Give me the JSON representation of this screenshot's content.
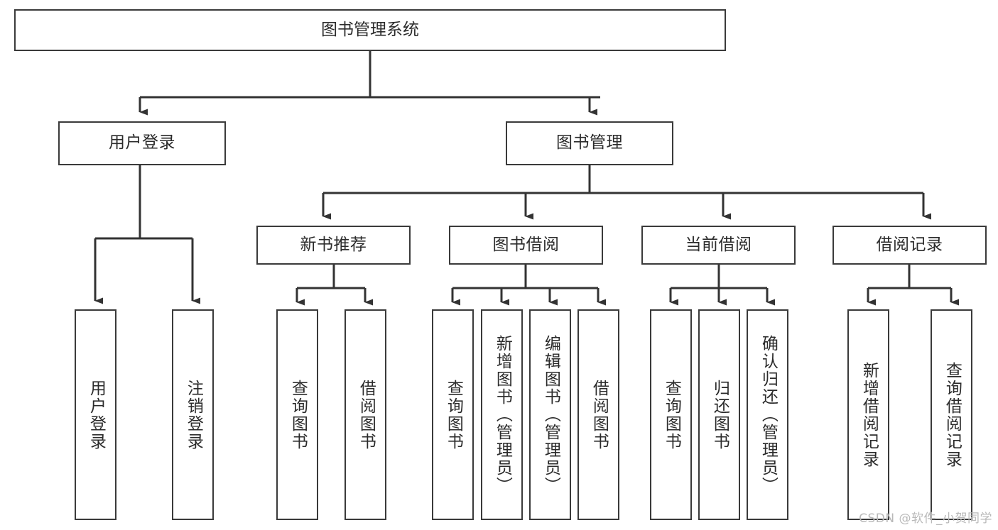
{
  "diagram": {
    "title": "图书管理系统",
    "type": "tree-hierarchy",
    "root": {
      "id": "root",
      "label": "图书管理系统"
    },
    "level1": [
      {
        "id": "user-login",
        "label": "用户登录"
      },
      {
        "id": "book-manage",
        "label": "图书管理"
      }
    ],
    "level2": [
      {
        "id": "new-book-recommend",
        "label": "新书推荐",
        "parent": "book-manage"
      },
      {
        "id": "book-borrow",
        "label": "图书借阅",
        "parent": "book-manage"
      },
      {
        "id": "current-borrow",
        "label": "当前借阅",
        "parent": "book-manage"
      },
      {
        "id": "borrow-record",
        "label": "借阅记录",
        "parent": "book-manage"
      }
    ],
    "leaves": {
      "user_login": [
        {
          "id": "leaf-user-login",
          "label": "用户登录"
        },
        {
          "id": "leaf-logout-login",
          "label": "注销登录"
        }
      ],
      "new_book_recommend": [
        {
          "id": "leaf-query-book-1",
          "label": "查询图书"
        },
        {
          "id": "leaf-borrow-book-1",
          "label": "借阅图书"
        }
      ],
      "book_borrow": [
        {
          "id": "leaf-query-book-2",
          "label": "查询图书"
        },
        {
          "id": "leaf-add-book",
          "label": "新增图书（管理员）"
        },
        {
          "id": "leaf-edit-book",
          "label": "编辑图书（管理员）"
        },
        {
          "id": "leaf-borrow-book-2",
          "label": "借阅图书"
        }
      ],
      "current_borrow": [
        {
          "id": "leaf-query-book-3",
          "label": "查询图书"
        },
        {
          "id": "leaf-return-book",
          "label": "归还图书"
        },
        {
          "id": "leaf-confirm-return",
          "label": "确认归还（管理员）"
        }
      ],
      "borrow_record": [
        {
          "id": "leaf-add-record",
          "label": "新增借阅记录"
        },
        {
          "id": "leaf-query-record",
          "label": "查询借阅记录"
        }
      ]
    },
    "colors": {
      "box_border": "#3a3a3a",
      "box_fill": "#ffffff",
      "connector": "#333333",
      "text": "#2b2b2b",
      "background": "#ffffff",
      "watermark": "#b9b9b9"
    }
  },
  "watermark": {
    "text": "CSDN @软件_小贺同学"
  }
}
